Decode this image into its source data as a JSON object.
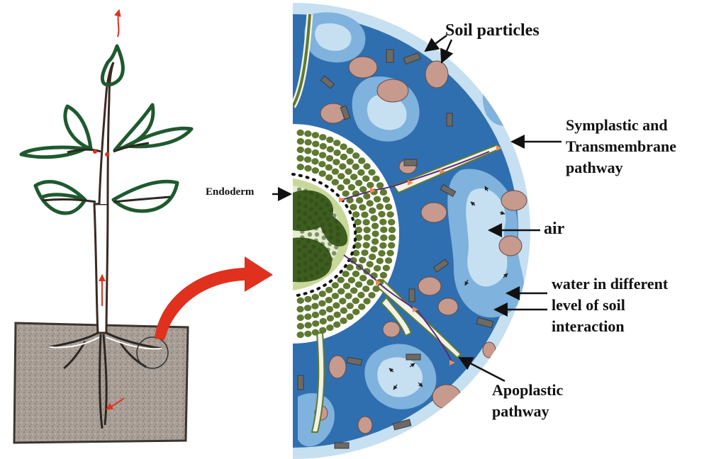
{
  "labels": {
    "soil_particles": "Soil particles",
    "symplastic_line1": "Symplastic and",
    "symplastic_line2": "Transmembrane",
    "symplastic_line3": "pathway",
    "endoderm": "Endoderm",
    "air": "air",
    "water_line1": "water in different",
    "water_line2": "level of soil",
    "water_line3": "interaction",
    "apoplastic_line1": "Apoplastic",
    "apoplastic_line2": "pathway"
  },
  "colors": {
    "soil_deep_blue": "#2f6fb0",
    "soil_mid_blue": "#7fb2dc",
    "soil_light_blue": "#c6e0f2",
    "soil_particle_pink": "#c79a8e",
    "soil_particle_grey": "#6d6a66",
    "root_cell_green": "#5f7a30",
    "stele_green": "#3d5e1f",
    "stele_light": "#c8d89a",
    "leaf_outline": "#1e5a2e",
    "magnifier_arrow_red": "#e0301e",
    "pathway_purple": "#5a2a7e",
    "pathway_marker_orange": "#f08a58",
    "ground_grey": "#a99f97"
  }
}
